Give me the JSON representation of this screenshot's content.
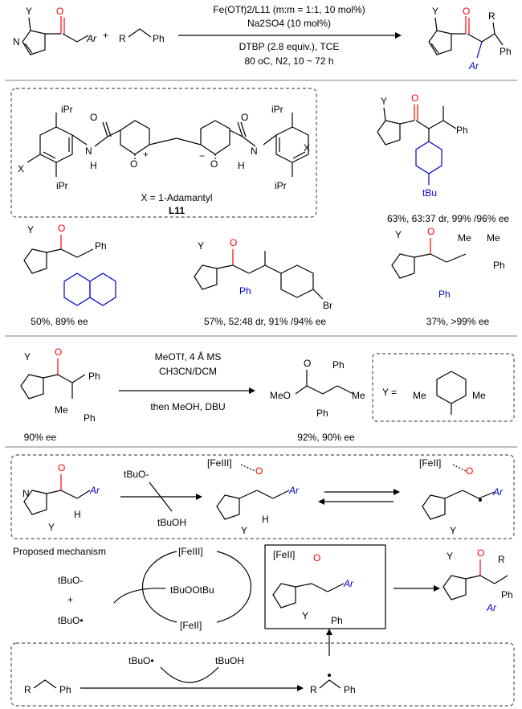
{
  "conditions": {
    "line1": "Fe(OTf)2/L11 (m:m = 1:1, 10 mol%)",
    "line2": "Na2SO4 (10 mol%)",
    "line3": "DTBP (2.8 equiv.), TCE",
    "line4": "80 oC, N2, 10 ~ 72 h"
  },
  "substrate_labels": {
    "Y": "Y",
    "Ar": "Ar",
    "R": "R",
    "Ph": "Ph",
    "plus": "+"
  },
  "ligand": {
    "x_label": "X",
    "iPr": "iPr",
    "def": "X = 1-Adamantyl",
    "name": "L11"
  },
  "products": [
    {
      "result": "63%, 63:37 dr, 99% /96% ee",
      "sub": "tBu"
    },
    {
      "result": "50%, 89% ee"
    },
    {
      "result": "57%, 52:48 dr, 91% /94% ee",
      "sub": "Br"
    },
    {
      "result": "37%, >99% ee"
    }
  ],
  "transformation": {
    "cond1": "MeOTf, 4 Å MS",
    "cond2": "CH3CN/DCM",
    "cond3": "then MeOH, DBU",
    "sm_ee": "90% ee",
    "product_result": "92%, 90% ee",
    "y_def": "Y =",
    "me": "Me",
    "meo": "MeO"
  },
  "mechanism": {
    "title": "Proposed mechanism",
    "tBuO_minus": "tBuO-",
    "tBuOH": "tBuOH",
    "fe3": "[FeIII]",
    "fe2": "[FeII]",
    "peroxide": "tBuOOtBu",
    "tBuO_radical": "tBuO•",
    "plus": "+"
  },
  "colors": {
    "carbonyl": "#ff0000",
    "aryl": "#0000cc",
    "frame": "#555555"
  }
}
